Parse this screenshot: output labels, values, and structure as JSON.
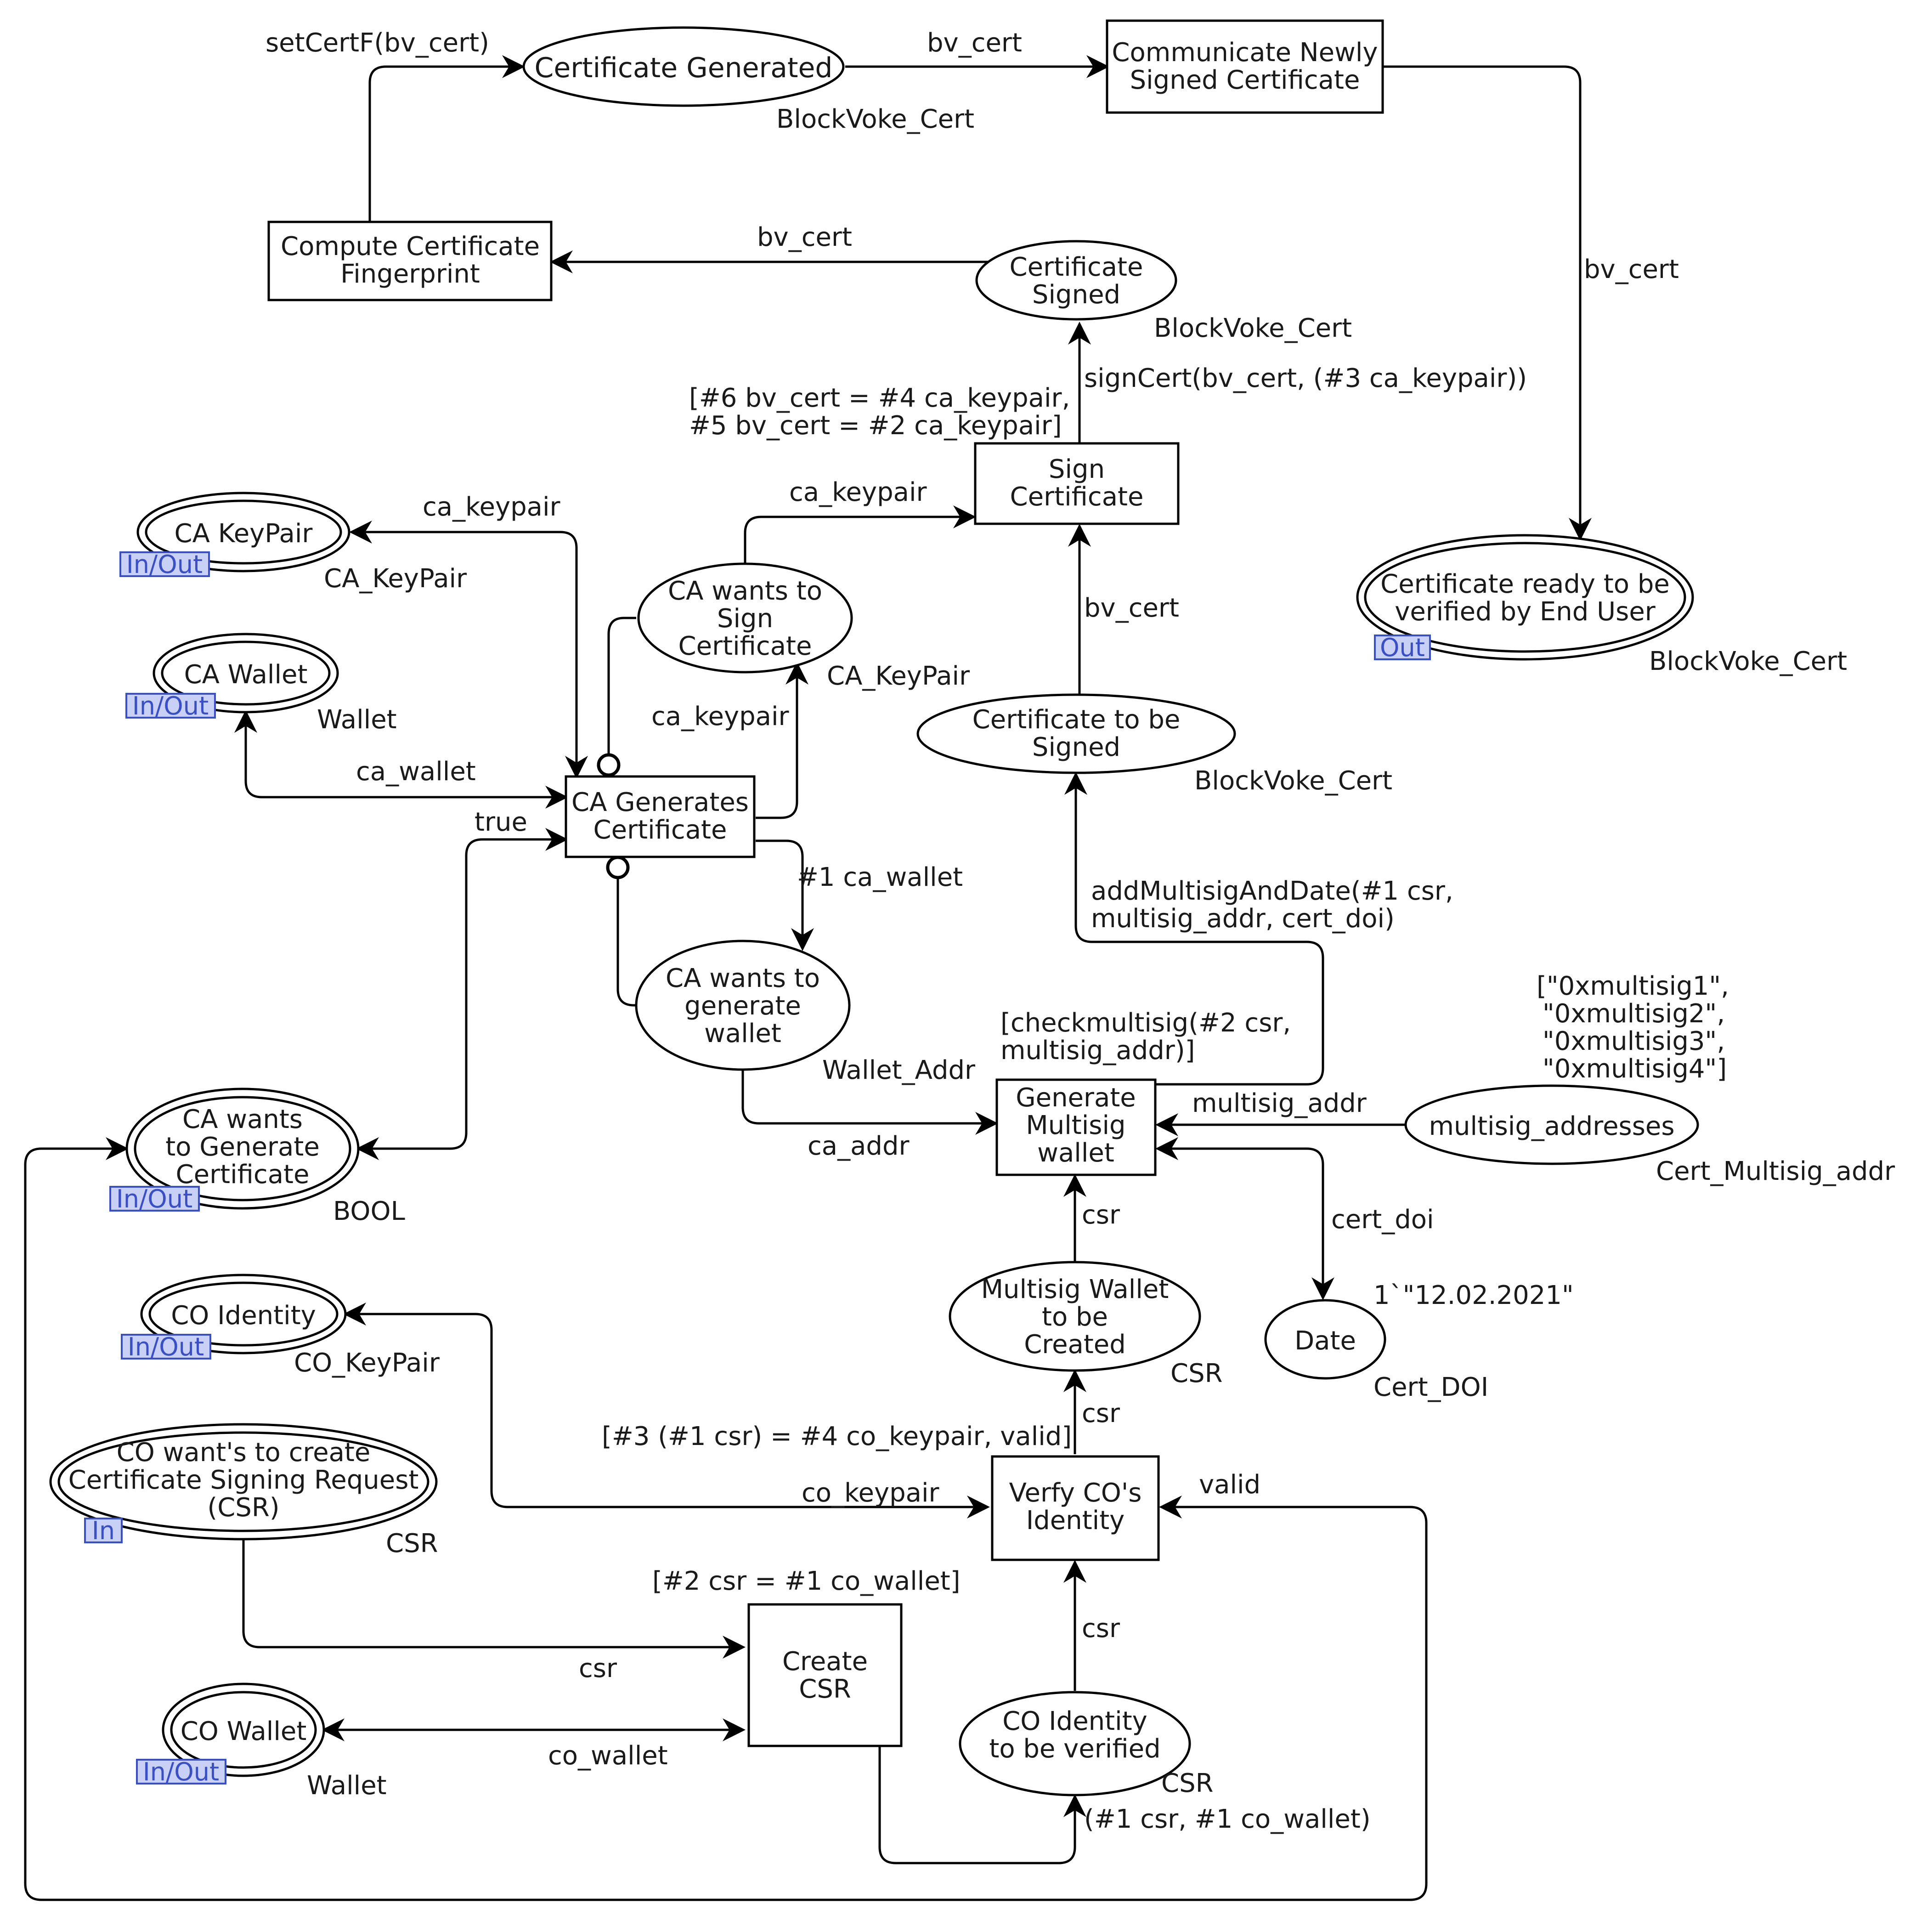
{
  "places": [
    {
      "id": "cert_generated",
      "lines": [
        "Certificate Generated"
      ],
      "type_label": "BlockVoke_Cert"
    },
    {
      "id": "cert_signed",
      "lines": [
        "Certificate",
        "Signed"
      ],
      "type_label": "BlockVoke_Cert"
    },
    {
      "id": "cert_ready",
      "lines": [
        "Certificate ready to be",
        "verified by End User"
      ],
      "type_label": "BlockVoke_Cert",
      "port": "Out"
    },
    {
      "id": "ca_keypair",
      "lines": [
        "CA KeyPair"
      ],
      "type_label": "CA_KeyPair",
      "port": "In/Out"
    },
    {
      "id": "ca_wallet",
      "lines": [
        "CA Wallet"
      ],
      "type_label": "Wallet",
      "port": "In/Out"
    },
    {
      "id": "ca_wants_sign",
      "lines": [
        "CA wants to",
        "Sign",
        "Certificate"
      ],
      "type_label": "CA_KeyPair"
    },
    {
      "id": "cert_to_be_signed",
      "lines": [
        "Certificate to be",
        "Signed"
      ],
      "type_label": "BlockVoke_Cert"
    },
    {
      "id": "ca_wants_wallet",
      "lines": [
        "CA wants to",
        "generate",
        "wallet"
      ],
      "type_label": "Wallet_Addr"
    },
    {
      "id": "ca_wants_gen",
      "lines": [
        "CA wants",
        "to Generate",
        "Certificate"
      ],
      "type_label": "BOOL",
      "port": "In/Out"
    },
    {
      "id": "multisig_addresses",
      "lines": [
        "multisig_addresses"
      ],
      "type_label": "Cert_Multisig_addr"
    },
    {
      "id": "date",
      "lines": [
        "Date"
      ],
      "type_label": "Cert_DOI"
    },
    {
      "id": "multisig_to_create",
      "lines": [
        "Multisig Wallet",
        "to be",
        "Created"
      ],
      "type_label": "CSR"
    },
    {
      "id": "co_identity",
      "lines": [
        "CO Identity"
      ],
      "type_label": "CO_KeyPair",
      "port": "In/Out"
    },
    {
      "id": "co_wants_csr",
      "lines": [
        "CO want's to create",
        "Certificate Signing Request",
        "(CSR)"
      ],
      "type_label": "CSR",
      "port": "In"
    },
    {
      "id": "co_wallet",
      "lines": [
        "CO Wallet"
      ],
      "type_label": "Wallet",
      "port": "In/Out"
    },
    {
      "id": "co_identity_verify",
      "lines": [
        "CO Identity",
        "to be verified"
      ],
      "type_label": "CSR"
    }
  ],
  "transitions": [
    {
      "id": "communicate",
      "lines": [
        "Communicate Newly",
        "Signed Certificate"
      ]
    },
    {
      "id": "compute_fp",
      "lines": [
        "Compute Certificate",
        "Fingerprint"
      ]
    },
    {
      "id": "sign_cert",
      "lines": [
        "Sign",
        "Certificate"
      ]
    },
    {
      "id": "ca_generates",
      "lines": [
        "CA Generates",
        "Certificate"
      ]
    },
    {
      "id": "gen_multisig",
      "lines": [
        "Generate",
        "Multisig",
        "wallet"
      ]
    },
    {
      "id": "verify_co",
      "lines": [
        "Verfy CO's",
        "Identity"
      ]
    },
    {
      "id": "create_csr",
      "lines": [
        "Create",
        "CSR"
      ]
    }
  ],
  "arc_labels": {
    "setcertf": "setCertF(bv_cert)",
    "bv_cert_top": "bv_cert",
    "bv_cert_compute": "bv_cert",
    "bv_cert_right": "bv_cert",
    "signcert": "signCert(bv_cert, (#3 ca_keypair))",
    "ca_keypair_top": "ca_keypair",
    "ca_keypair_sign": "ca_keypair",
    "ca_keypair_mid": "ca_keypair",
    "bv_cert_sign": "bv_cert",
    "ca_wallet": "ca_wallet",
    "true": "true",
    "ca1_wallet": "#1 ca_wallet",
    "addmultisig": [
      "addMultisigAndDate(#1 csr,",
      "multisig_addr, cert_doi)"
    ],
    "ca_addr": "ca_addr",
    "multisig_addr": "multisig_addr",
    "cert_doi": "cert_doi",
    "csr_gen": "csr",
    "csr_verify": "csr",
    "csr_create": "csr",
    "csr_co_verify": "csr",
    "co_keypair": "co_keypair",
    "valid": "valid",
    "co_wallet": "co_wallet",
    "co_tuple": "(#1 csr, #1 co_wallet)"
  },
  "guards": {
    "sign_cert": [
      "[#6 bv_cert = #4 ca_keypair,",
      "#5 bv_cert = #2 ca_keypair]"
    ],
    "gen_multisig": [
      "[checkmultisig(#2 csr,",
      "multisig_addr)]"
    ],
    "verify_co": "[#3 (#1 csr) = #4 co_keypair, valid]",
    "create_csr": "[#2 csr = #1 co_wallet]"
  },
  "initial_markings": {
    "multisig_addresses": [
      "[\"0xmultisig1\",",
      "\"0xmultisig2\",",
      "\"0xmultisig3\",",
      "\"0xmultisig4\"]"
    ],
    "date": "1`\"12.02.2021\""
  }
}
